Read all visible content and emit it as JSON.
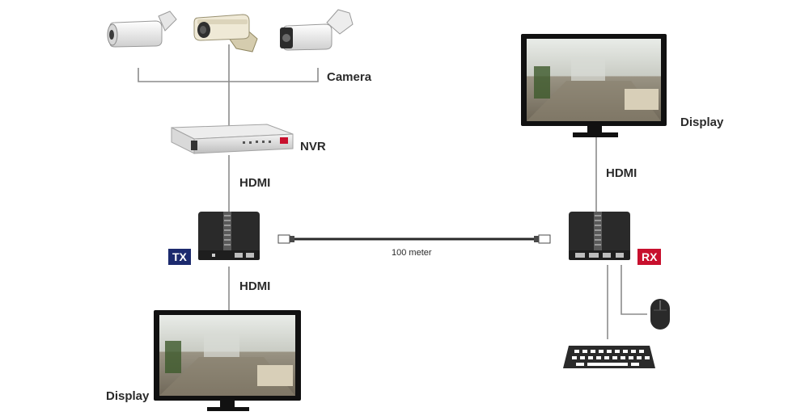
{
  "labels": {
    "camera": "Camera",
    "nvr": "NVR",
    "hdmi_nvr_tx": "HDMI",
    "hdmi_tx_display": "HDMI",
    "hdmi_rx_display": "HDMI",
    "display_left": "Display",
    "display_right": "Display",
    "cable": "100 meter",
    "tx": "TX",
    "rx": "RX"
  },
  "colors": {
    "tx_badge": "#1c2a6e",
    "rx_badge": "#c8102e",
    "line": "#8c8c8c",
    "device": "#2a2a2a"
  },
  "icons": [
    "bullet-camera-icon",
    "box-camera-icon",
    "dome-camera-icon",
    "nvr-icon",
    "extender-icon",
    "monitor-icon",
    "mouse-icon",
    "keyboard-icon",
    "rj45-plug-icon"
  ]
}
